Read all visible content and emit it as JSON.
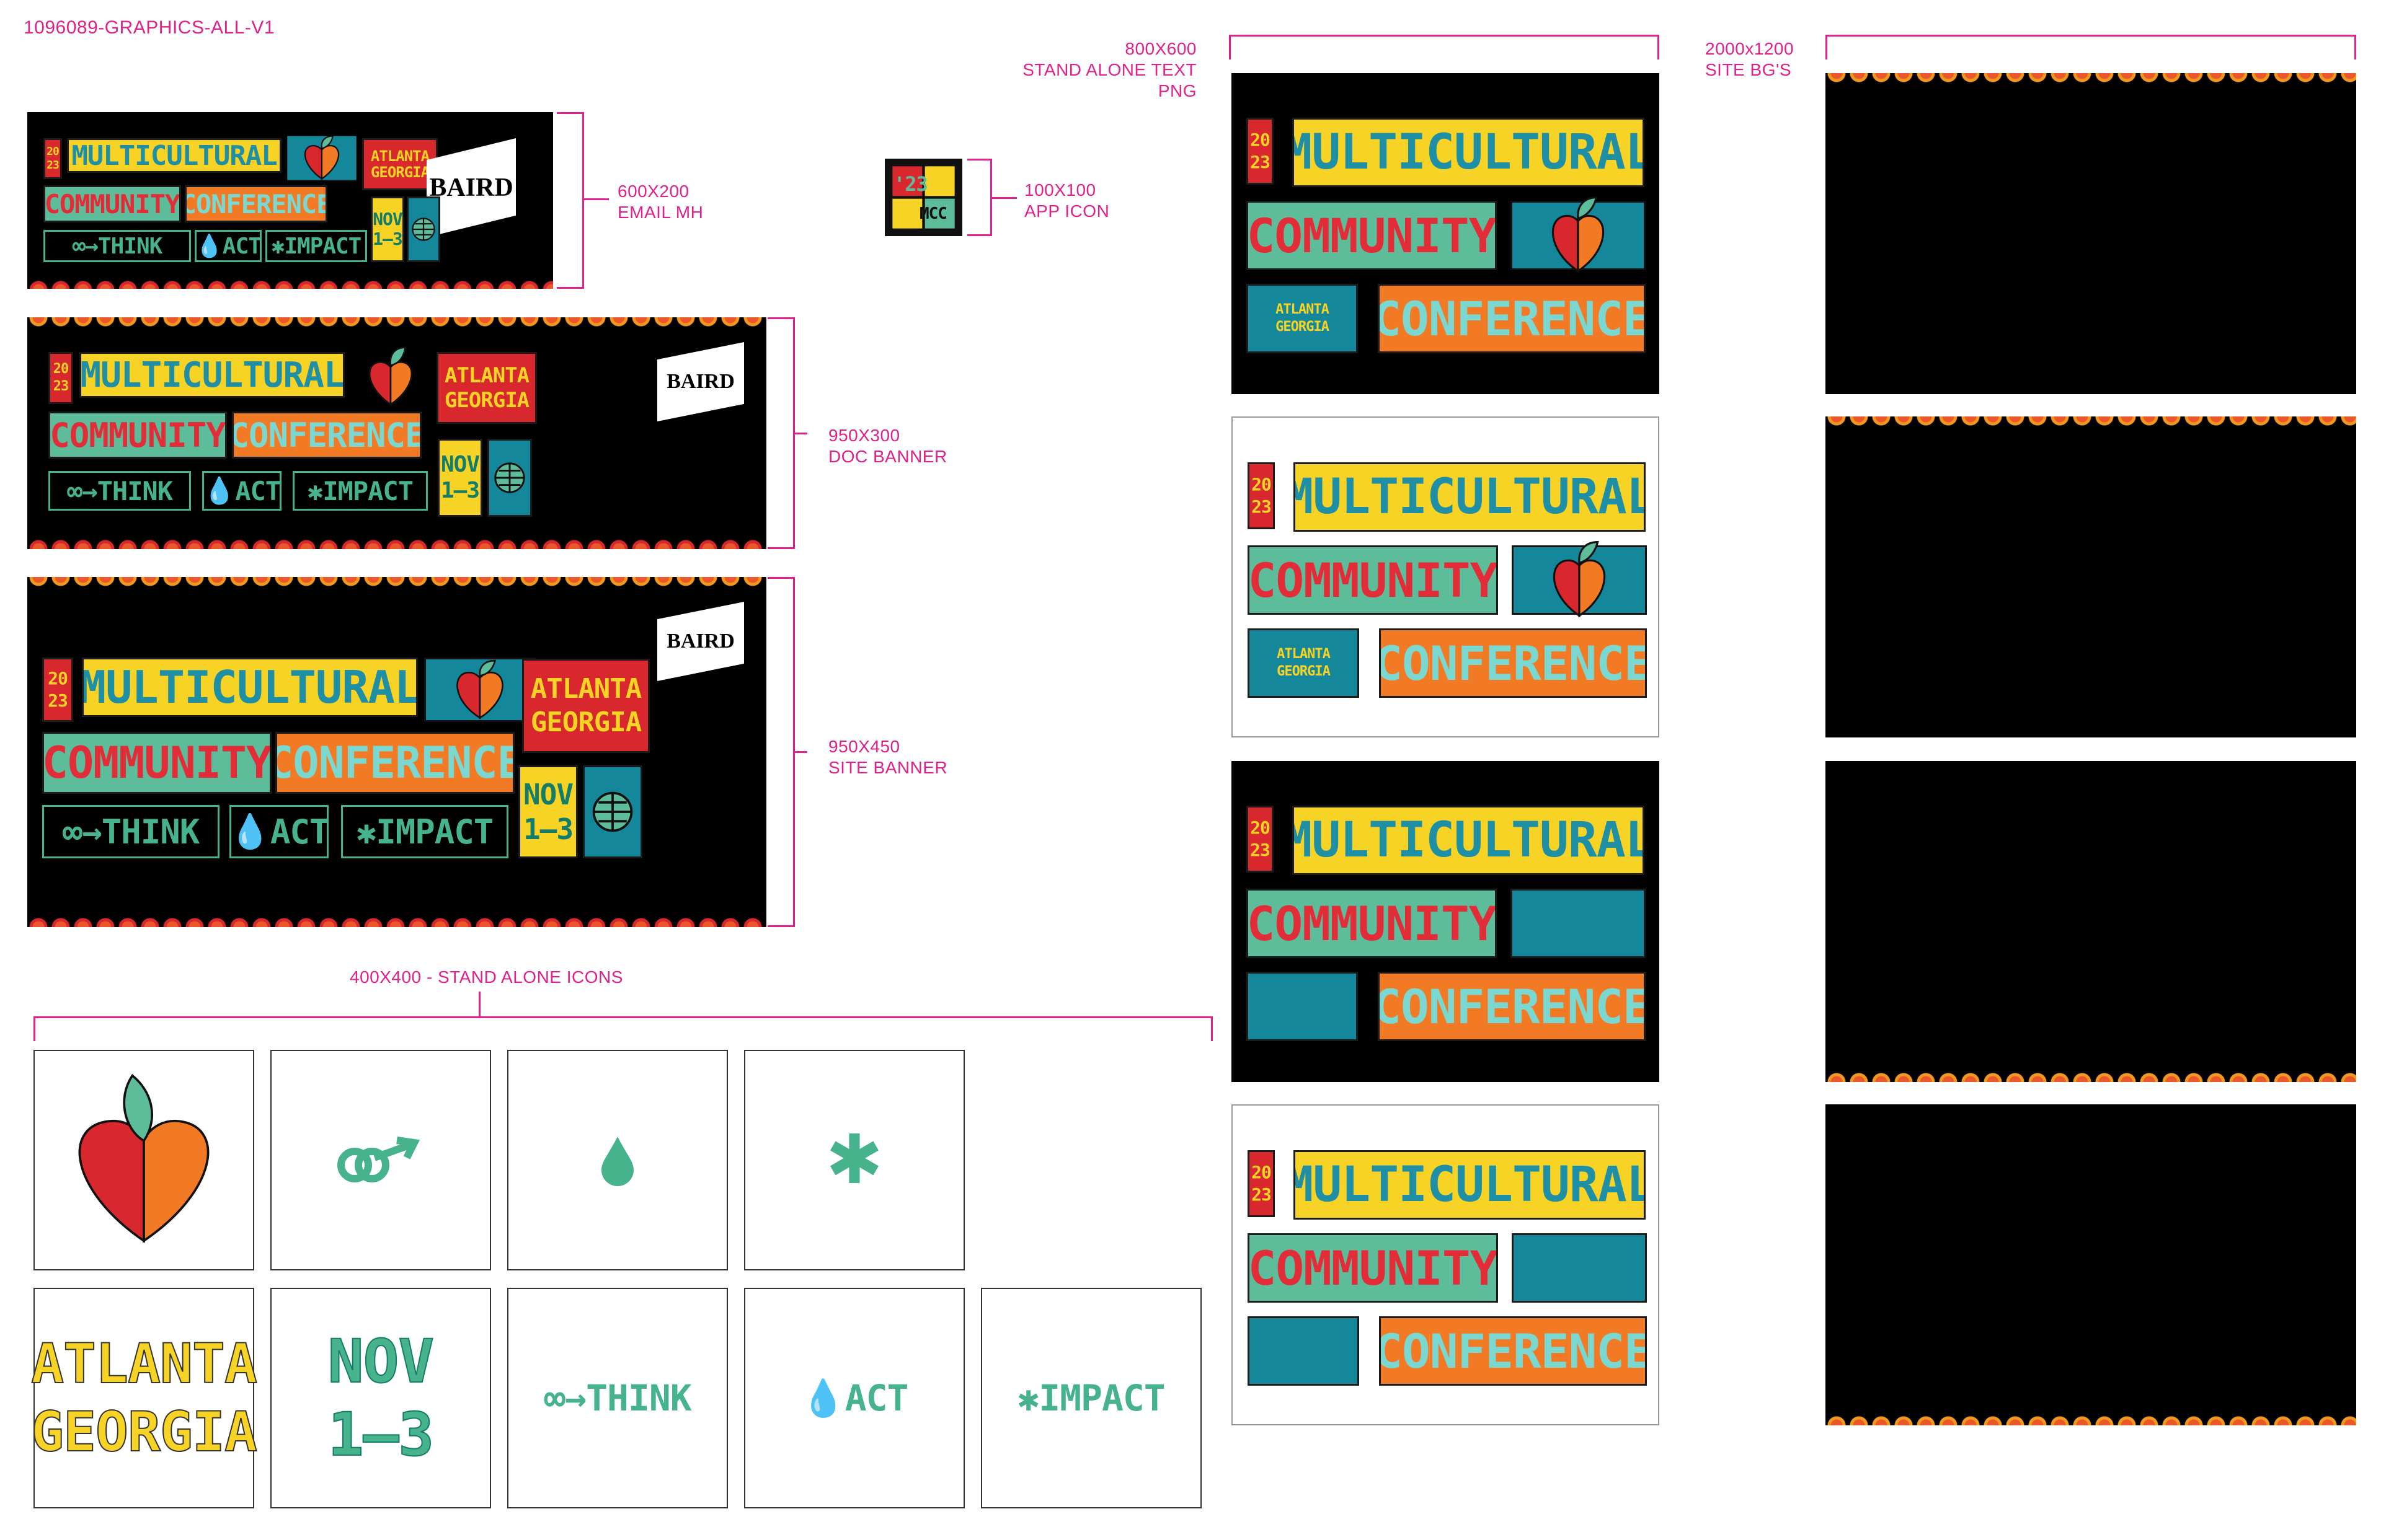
{
  "file_label": "1096089-GRAPHICS-ALL-V1",
  "specs": {
    "email": {
      "size": "600X200",
      "name": "EMAIL MH"
    },
    "app": {
      "size": "100X100",
      "name": "APP ICON"
    },
    "doc": {
      "size": "950X300",
      "name": "DOC BANNER"
    },
    "site": {
      "size": "950X450",
      "name": "SITE BANNER"
    },
    "text_png": {
      "size": "800X600",
      "name": "STAND ALONE TEXT PNG"
    },
    "bg": {
      "size": "2000x1200",
      "name": "SITE BG'S"
    },
    "icons": {
      "size_name": "400X400 - STAND ALONE ICONS"
    }
  },
  "brand": {
    "year_top": "20",
    "year_bottom": "23",
    "word1": "MULTICULTURAL",
    "word2": "COMMUNITY",
    "word3": "CONFERENCE",
    "city": "ATLANTA",
    "state": "GEORGIA",
    "month": "NOV",
    "days": "1–3",
    "think": "THINK",
    "act": "ACT",
    "impact": "IMPACT",
    "sponsor": "BAIRD",
    "app_year": "'23",
    "app_abbr": "MCC"
  },
  "colors": {
    "yellow": "#f7d325",
    "teal": "#5dbd9a",
    "orange": "#f37a24",
    "red": "#d8272d",
    "blue": "#14889a",
    "magenta": "#e0218a"
  }
}
